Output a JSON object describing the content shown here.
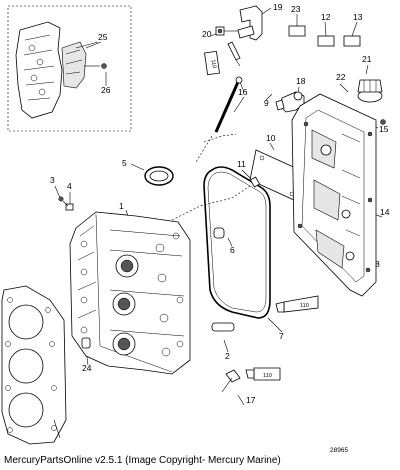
{
  "callouts": [
    "1",
    "2",
    "3",
    "4",
    "5",
    "6",
    "7",
    "8",
    "9",
    "10",
    "11",
    "12",
    "13",
    "14",
    "15",
    "16",
    "17",
    "18",
    "19",
    "20",
    "21",
    "22",
    "23",
    "24",
    "25",
    "26"
  ],
  "tube_labels": {
    "upper": "110",
    "middle": "110",
    "lower": "110",
    "pin": "110"
  },
  "footer": "MercuryPartsOnline v2.5.1 (Image Copyright- Mercury Marine)",
  "reference_number": "28965"
}
